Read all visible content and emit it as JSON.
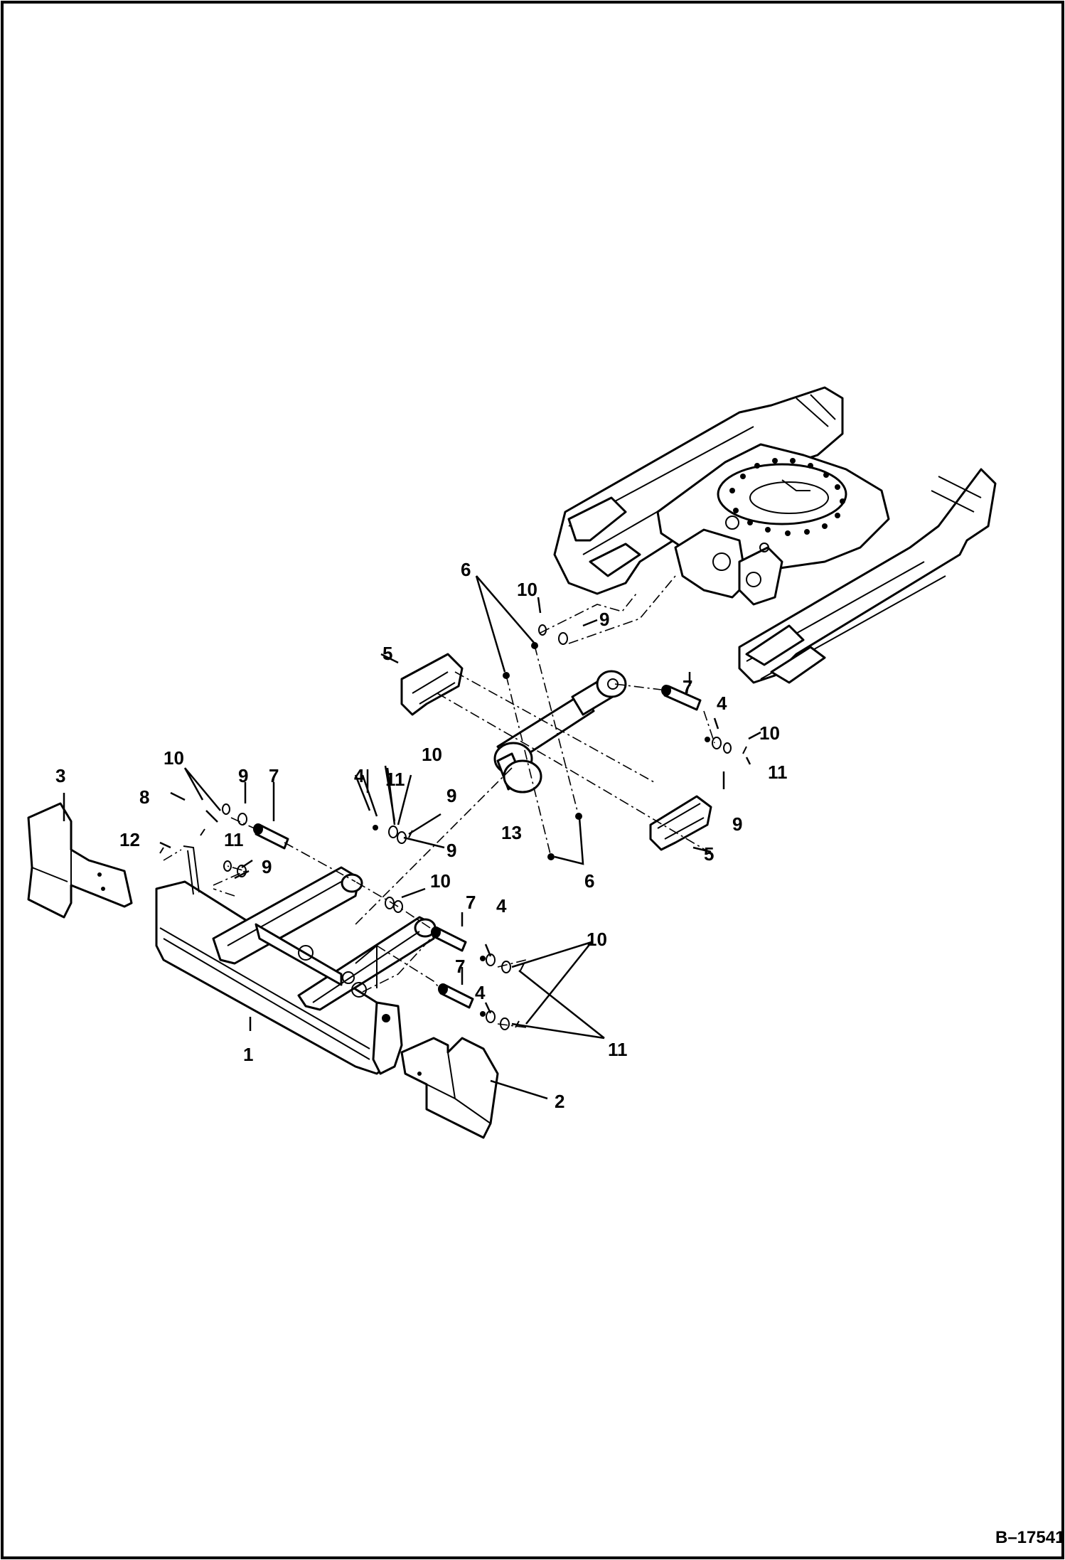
{
  "figure": {
    "reference_code": "B–17541",
    "callouts": {
      "c1": "1",
      "c2": "2",
      "c3": "3",
      "c4": "4",
      "c5": "5",
      "c6": "6",
      "c7": "7",
      "c8": "8",
      "c9": "9",
      "c10": "10",
      "c11": "11",
      "c12": "12",
      "c13": "13"
    }
  },
  "colors": {
    "line": "#000000",
    "background": "#ffffff"
  }
}
